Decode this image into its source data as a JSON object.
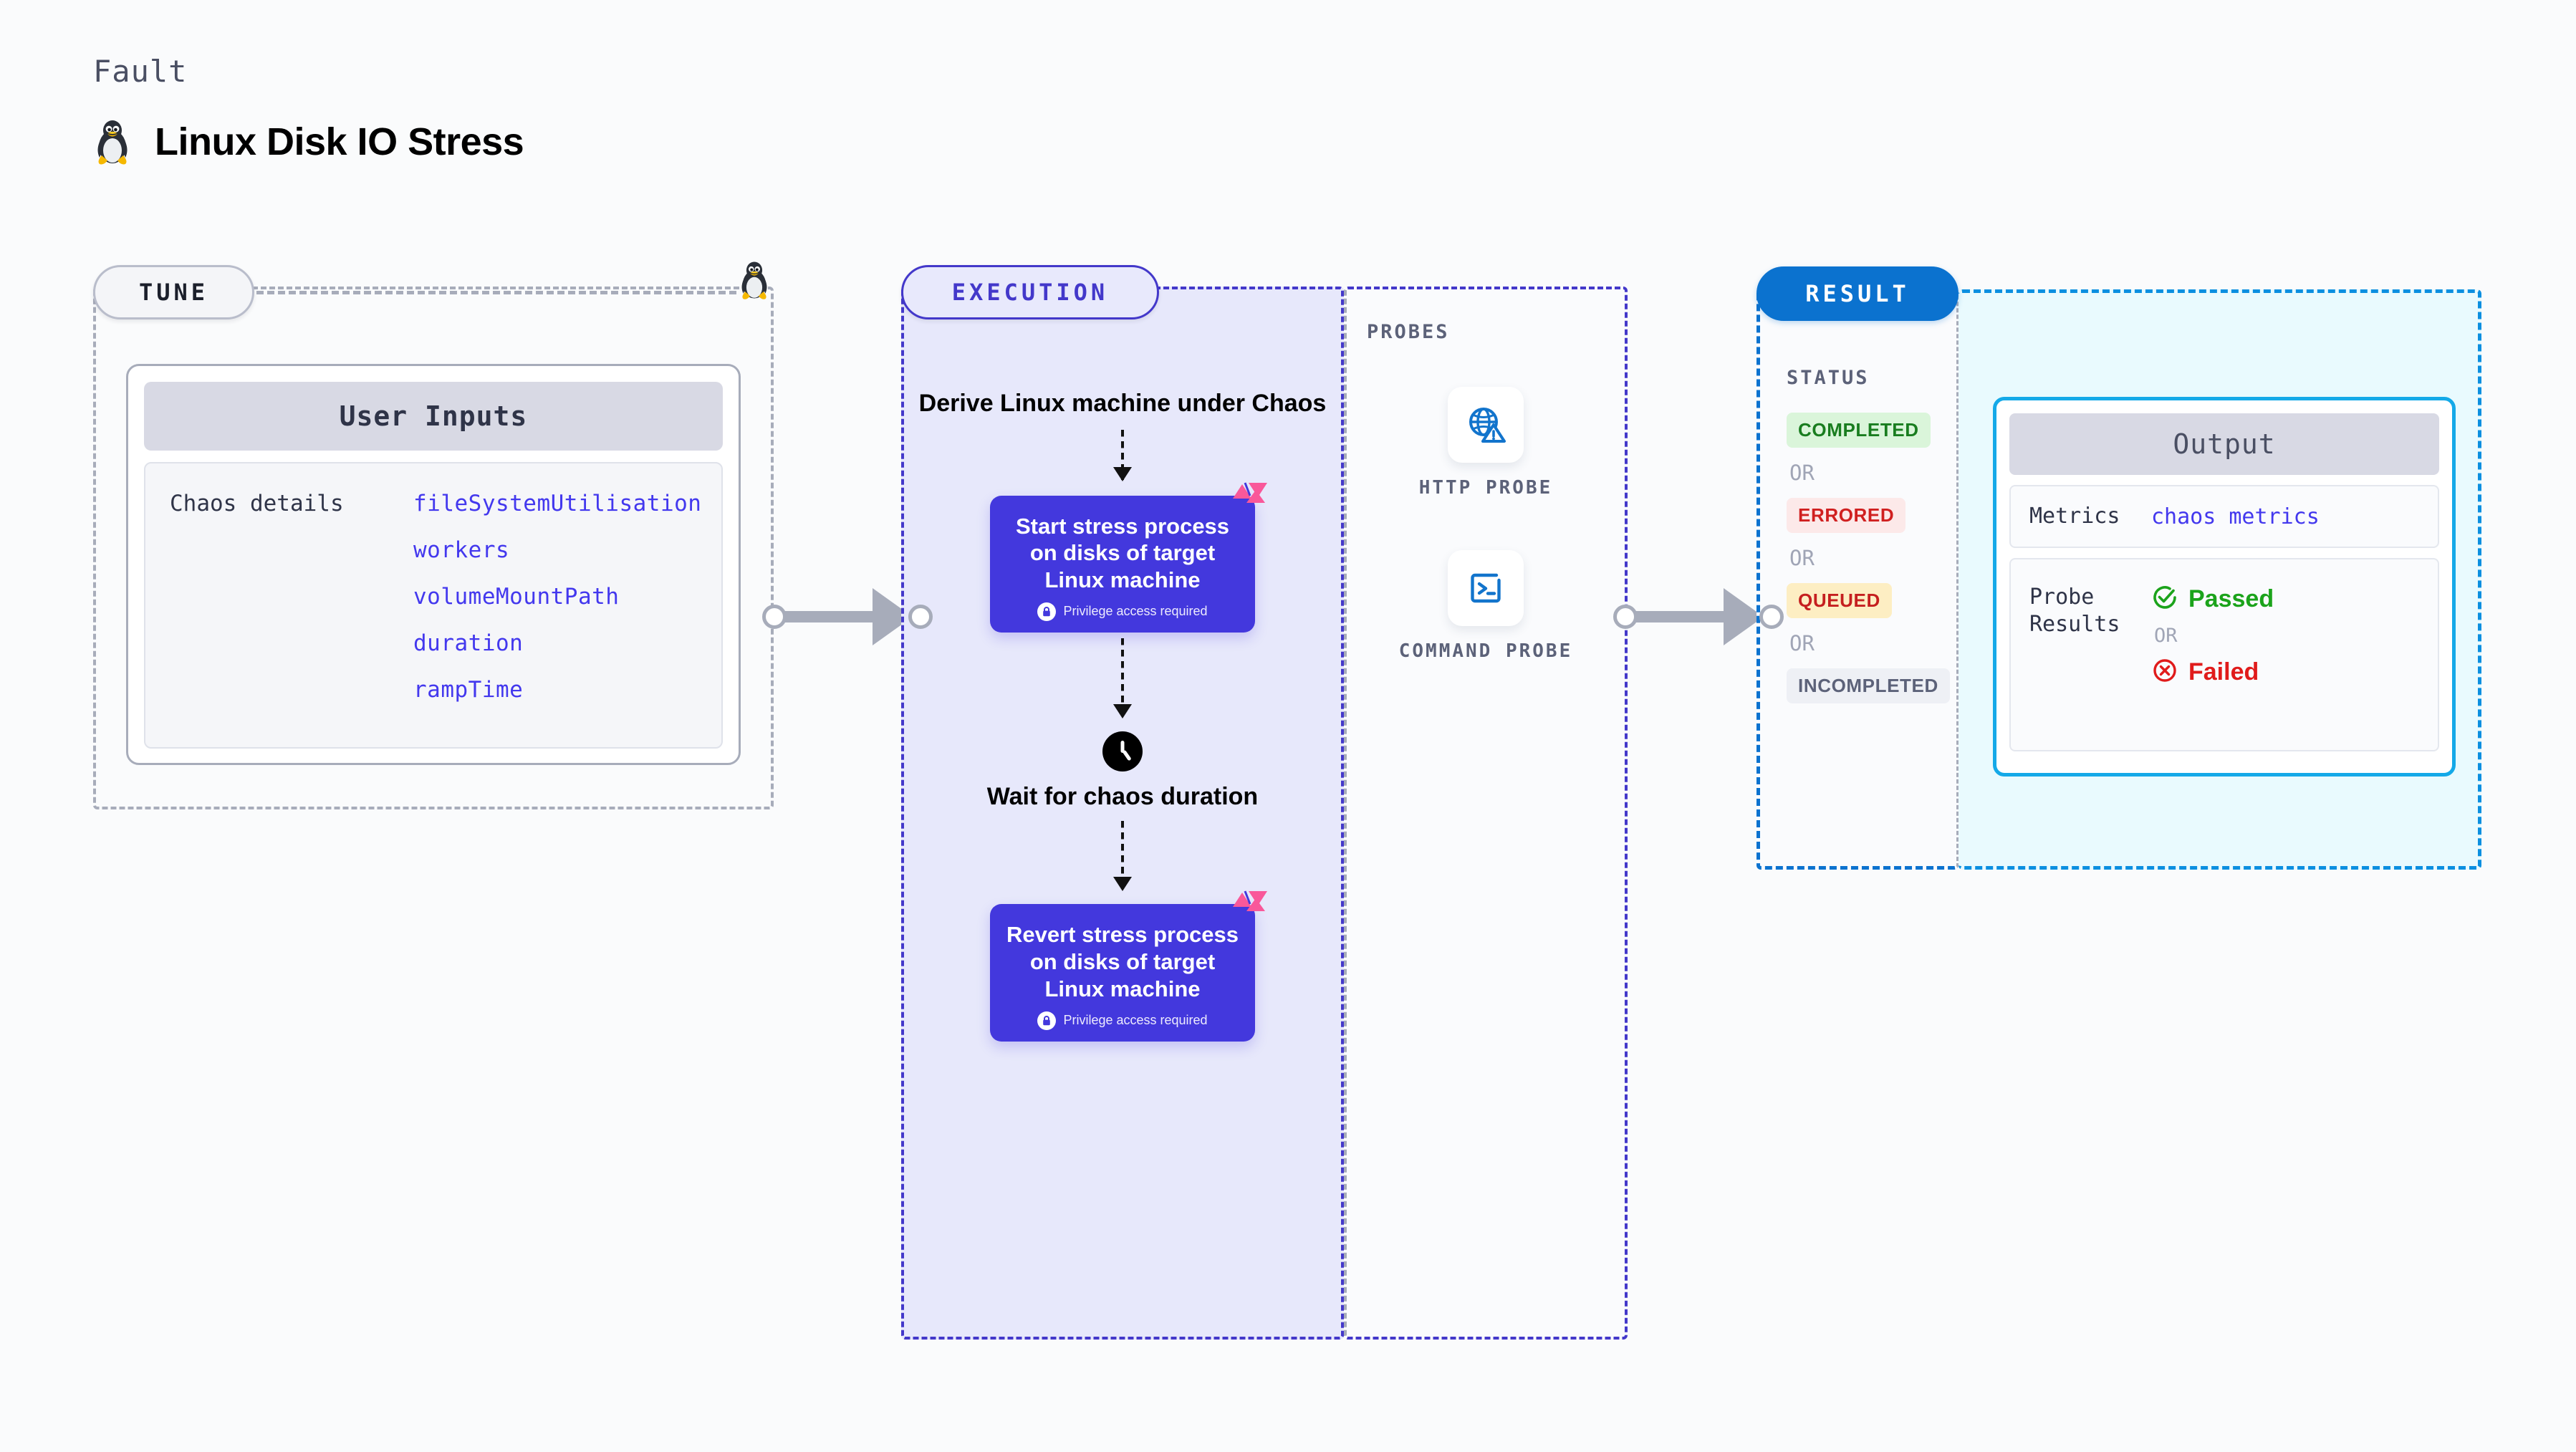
{
  "header": {
    "eyebrow": "Fault",
    "title": "Linux Disk IO Stress",
    "icon": "linux-penguin-icon"
  },
  "tune": {
    "pill_label": "TUNE",
    "card": {
      "title": "User Inputs",
      "row_label": "Chaos details",
      "params": [
        "fileSystemUtilisation",
        "workers",
        "volumeMountPath",
        "duration",
        "rampTime"
      ]
    },
    "connector_icon": "linux-penguin-icon"
  },
  "execution": {
    "pill_label": "EXECUTION",
    "step_title": "Derive Linux machine under Chaos",
    "steps": [
      {
        "text": "Start stress process on disks of target Linux machine",
        "privilege_note": "Privilege access required",
        "badge_icon": "litmus-chaos-icon",
        "lock_icon": "lock-icon"
      },
      {
        "text": "Revert stress process on disks of target Linux machine",
        "privilege_note": "Privilege access required",
        "badge_icon": "litmus-chaos-icon",
        "lock_icon": "lock-icon"
      }
    ],
    "wait": {
      "icon": "clock-icon",
      "text": "Wait for chaos duration"
    }
  },
  "probes": {
    "label": "PROBES",
    "items": [
      {
        "name": "HTTP PROBE",
        "icon": "globe-warning-icon"
      },
      {
        "name": "COMMAND PROBE",
        "icon": "terminal-icon"
      }
    ]
  },
  "result": {
    "pill_label": "RESULT",
    "status_label": "STATUS",
    "or_label": "OR",
    "statuses": [
      {
        "label": "COMPLETED",
        "bg": "#daf5da",
        "fg": "#197d1f"
      },
      {
        "label": "ERRORED",
        "bg": "#fce9e9",
        "fg": "#d02020"
      },
      {
        "label": "QUEUED",
        "bg": "#fdeec3",
        "fg": "#c51f1f"
      },
      {
        "label": "INCOMPLETED",
        "bg": "#eef0f5",
        "fg": "#5c6279"
      }
    ],
    "output": {
      "title": "Output",
      "metrics_key": "Metrics",
      "metrics_value": "chaos metrics",
      "probe_key": "Probe Results",
      "probe_passed": "Passed",
      "probe_failed": "Failed",
      "probe_or": "OR",
      "passed_icon": "check-circle-icon",
      "failed_icon": "x-circle-icon"
    }
  },
  "colors": {
    "execution_accent": "#4338ca",
    "execution_fill": "#e7e8fb",
    "action_box": "#4338dd",
    "result_accent": "#0b72cf",
    "output_accent": "#14a9e8",
    "output_fill": "#e9fafe",
    "param_text": "#4338ee",
    "muted_border": "#a7acba",
    "litmus_pink": "#f9589a"
  }
}
